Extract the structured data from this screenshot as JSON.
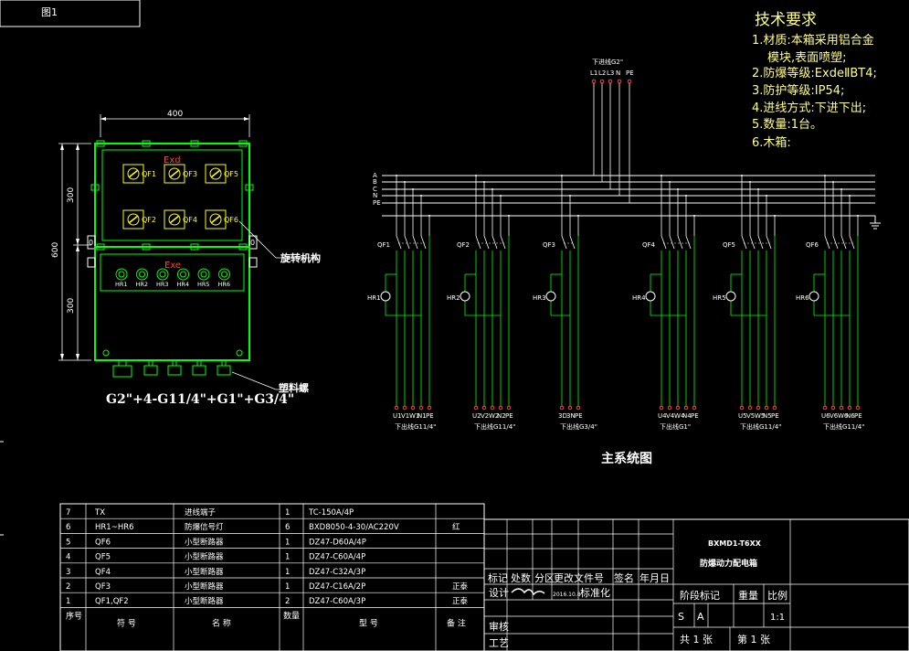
{
  "sheet_label": "图1",
  "tech": {
    "title": "技术要求",
    "lines": [
      "1.材质:本箱采用铝合金",
      "模块,表面喷塑;",
      "2.防爆等级:ExdeⅡBT4;",
      "3.防护等级:IP54;",
      "4.进线方式:下进下出;",
      "5.数量:1台。",
      "6.木箱:"
    ]
  },
  "enclosure": {
    "width_dim": "400",
    "height_total": "600",
    "height_top": "300",
    "height_bottom": "300",
    "exd": "Exd",
    "exe": "Exe",
    "breakers": [
      "QF1",
      "QF3",
      "QF5",
      "QF2",
      "QF4",
      "QF6"
    ],
    "lamps": [
      "HR1",
      "HR2",
      "HR3",
      "HR4",
      "HR5",
      "HR6"
    ],
    "handle_label": "0",
    "callout_mechanism": "旋转机构",
    "callout_gland": "塑料螺",
    "thread_spec": "G2\"+4-G11/4\"+G1\"+G3/4\""
  },
  "schematic": {
    "incoming_label": "下进线G2\"",
    "incoming_terminals": [
      "L1",
      "L2",
      "L3",
      "N",
      "PE"
    ],
    "bus_labels": [
      "A",
      "B",
      "C",
      "N",
      "PE"
    ],
    "title": "主系统图",
    "branches": [
      {
        "qf": "QF1",
        "hr": "HR1",
        "terms": [
          "U1",
          "V1",
          "W1",
          "N1",
          "PE"
        ],
        "out": "下出线G11/4\"",
        "poles": 4
      },
      {
        "qf": "QF2",
        "hr": "HR2",
        "terms": [
          "U2",
          "V2",
          "W2",
          "N2",
          "PE"
        ],
        "out": "下出线G11/4\"",
        "poles": 4
      },
      {
        "qf": "QF3",
        "hr": "HR3",
        "terms": [
          "3D",
          "3N",
          "PE"
        ],
        "out": "下出线G3/4\"",
        "poles": 2
      },
      {
        "qf": "QF4",
        "hr": "HR4",
        "terms": [
          "U4",
          "V4",
          "W4",
          "N4",
          "PE"
        ],
        "out": "下出线G1\"",
        "poles": 4
      },
      {
        "qf": "QF5",
        "hr": "HR5",
        "terms": [
          "U5",
          "V5",
          "W5",
          "N5",
          "PE"
        ],
        "out": "下出线G11/4\"",
        "poles": 4
      },
      {
        "qf": "QF6",
        "hr": "HR6",
        "terms": [
          "U6",
          "V6",
          "W6",
          "N6",
          "PE"
        ],
        "out": "下出线G11/4\"",
        "poles": 4
      }
    ]
  },
  "bom": {
    "rows": [
      {
        "no": "7",
        "code": "TX",
        "name": "进线端子",
        "qty": "1",
        "model": "TC-150A/4P",
        "note": ""
      },
      {
        "no": "6",
        "code": "HR1~HR6",
        "name": "防爆信号灯",
        "qty": "6",
        "model": "BXD8050-4-30/AC220V",
        "note": "红"
      },
      {
        "no": "5",
        "code": "QF6",
        "name": "小型断路器",
        "qty": "1",
        "model": "DZ47-D60A/4P",
        "note": ""
      },
      {
        "no": "4",
        "code": "QF5",
        "name": "小型断路器",
        "qty": "1",
        "model": "DZ47-C60A/4P",
        "note": ""
      },
      {
        "no": "3",
        "code": "QF4",
        "name": "小型断路器",
        "qty": "1",
        "model": "DZ47-C32A/3P",
        "note": ""
      },
      {
        "no": "2",
        "code": "QF3",
        "name": "小型断路器",
        "qty": "1",
        "model": "DZ47-C16A/2P",
        "note": "正泰"
      },
      {
        "no": "1",
        "code": "QF1,QF2",
        "name": "小型断路器",
        "qty": "2",
        "model": "DZ47-C60A/3P",
        "note": "正泰"
      }
    ],
    "header": {
      "no": "序号",
      "code": "符 号",
      "name": "名 称",
      "qty": "数量",
      "model": "型 号",
      "note": "备 注"
    }
  },
  "titleblock": {
    "product_code": "BXMD1-T6XX",
    "product_name": "防爆动力配电箱",
    "rev_headers": [
      "标记",
      "处数",
      "分区",
      "更改文件号",
      "签名",
      "年月日"
    ],
    "design": "设计",
    "design_date": "2016.10.8",
    "standardize": "标准化",
    "check": "审核",
    "process": "工艺",
    "stage_mark": "阶段标记",
    "weight": "重量",
    "scale": "比例",
    "stage_s": "S",
    "stage_a": "A",
    "scale_value": "1:1",
    "sheets_total": "共 1 张",
    "sheet_no": "第 1 张"
  },
  "colors": {
    "bus": "#ffffff",
    "wire": "#00ff00",
    "tech": "#ffff80",
    "breaker": "#ffff00",
    "dim": "#ffffff",
    "frame": "#00ff00",
    "red": "#ff4040"
  }
}
